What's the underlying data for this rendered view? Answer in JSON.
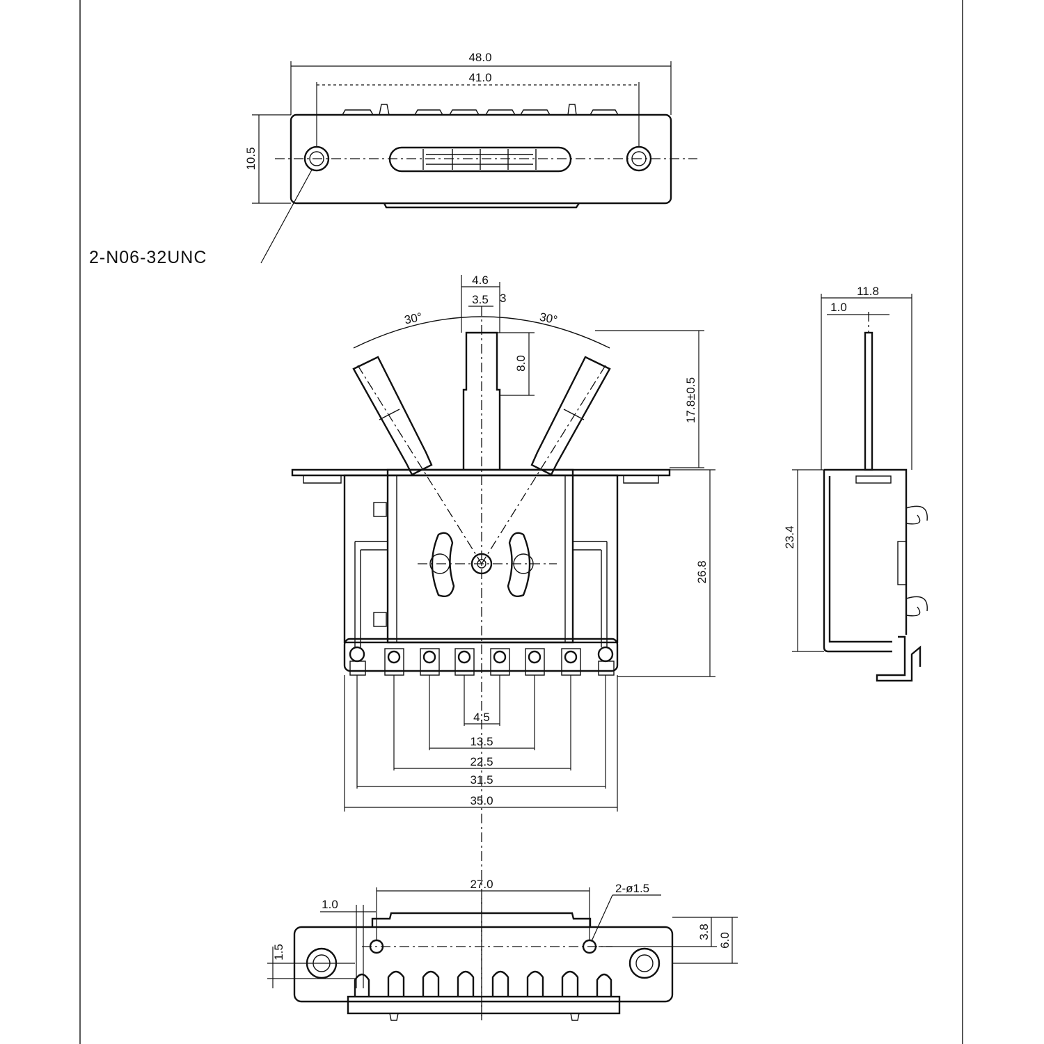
{
  "top_view": {
    "overall_width": "48.0",
    "hole_spacing": "41.0",
    "height": "10.5",
    "thread_callout": "2-N06-32UNC"
  },
  "front_view": {
    "lever_width_outer": "4.6",
    "lever_width_inner": "3.5",
    "lever_step": "3",
    "angle_left": "30°",
    "angle_right": "30°",
    "lever_tip": "8.0",
    "lever_height": "17.8±0.5",
    "body_height": "26.8",
    "pin_pitch_1": "4.5",
    "pin_pitch_3": "13.5",
    "pin_pitch_5": "22.5",
    "pin_pitch_7": "31.5",
    "overall_pins": "35.0"
  },
  "side_view": {
    "depth": "11.8",
    "plate": "1.0",
    "height": "23.4"
  },
  "bottom_view": {
    "hole_spacing": "27.0",
    "hole_callout": "2-ø1.5",
    "offset_left": "1.0",
    "offset_small": "1.5",
    "depth_inner": "3.8",
    "depth_outer": "6.0"
  }
}
